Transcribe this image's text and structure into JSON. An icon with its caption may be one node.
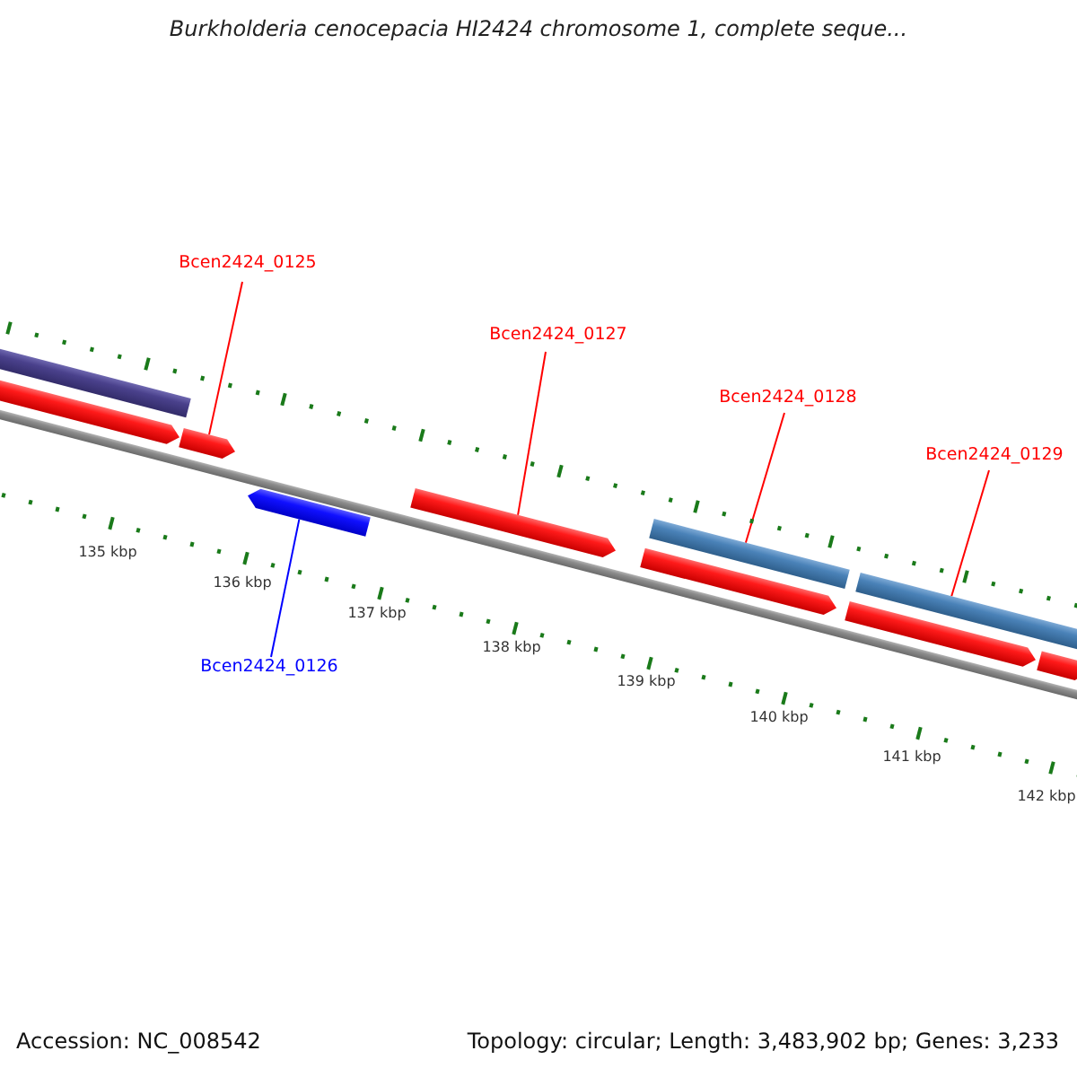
{
  "diagram": {
    "title": "Burkholderia cenocepacia HI2424 chromosome 1, complete seque...",
    "nodes": [
      {
        "text": [
          "Bcen2424_0125"
        ]
      },
      {
        "text": [],
        "shape": "pentagon"
      },
      {
        "text": [
          "Bcen2424_0127"
        ]
      },
      {
        "text": [],
        "shape": "pentagon"
      },
      {
        "text": [
          "Bcen2424_0128"
        ]
      },
      {
        "text": [],
        "shape": "bar"
      },
      {
        "text": [
          "Bcen2424_0129"
        ]
      },
      {
        "text": [],
        "shape": "bar"
      },
      {
        "text": [
          "Bcen2424_0126"
        ]
      },
      {
        "text": [],
        "shape": "pentagon"
      },
      {
        "text": [],
        "shape": "bar"
      },
      {
        "text": [],
        "shape": "pentagon"
      },
      {
        "text": [],
        "shape": "pentagon"
      },
      {
        "text": [],
        "shape": "pentagon"
      },
      {
        "text": [],
        "shape": "pentagon"
      }
    ],
    "edges": [
      {
        "from": 0,
        "to": 1,
        "arrow": "none"
      },
      {
        "from": 2,
        "to": 3,
        "arrow": "none"
      },
      {
        "from": 4,
        "to": 5,
        "arrow": "none"
      },
      {
        "from": 6,
        "to": 7,
        "arrow": "none"
      },
      {
        "from": 8,
        "to": 9,
        "arrow": "none",
        "color": "#0000ff"
      }
    ],
    "labels": [
      "135 kbp",
      "136 kbp",
      "137 kbp",
      "138 kbp",
      "139 kbp",
      "140 kbp",
      "141 kbp",
      "142 kbp",
      "Accession: NC_008542",
      "Topology: circular; Length: 3,483,902 bp; Genes: 3,233"
    ]
  }
}
